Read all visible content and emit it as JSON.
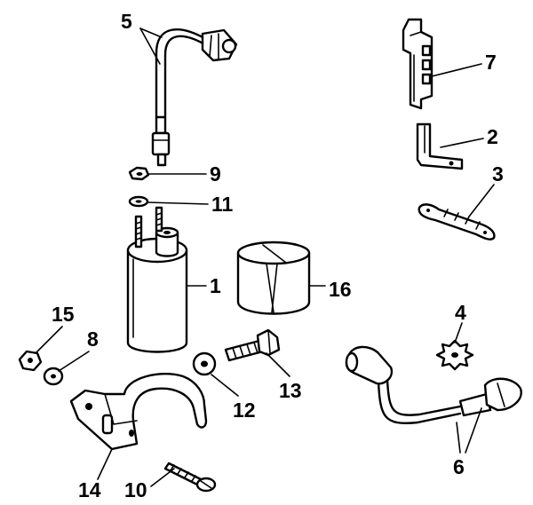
{
  "diagram": {
    "parts": [
      {
        "key": "p1",
        "label": "1"
      },
      {
        "key": "p2",
        "label": "2"
      },
      {
        "key": "p3",
        "label": "3"
      },
      {
        "key": "p4",
        "label": "4"
      },
      {
        "key": "p5",
        "label": "5"
      },
      {
        "key": "p6",
        "label": "6"
      },
      {
        "key": "p7",
        "label": "7"
      },
      {
        "key": "p8",
        "label": "8"
      },
      {
        "key": "p9",
        "label": "9"
      },
      {
        "key": "p10",
        "label": "10"
      },
      {
        "key": "p11",
        "label": "11"
      },
      {
        "key": "p12",
        "label": "12"
      },
      {
        "key": "p13",
        "label": "13"
      },
      {
        "key": "p14",
        "label": "14"
      },
      {
        "key": "p15",
        "label": "15"
      },
      {
        "key": "p16",
        "label": "16"
      }
    ]
  }
}
